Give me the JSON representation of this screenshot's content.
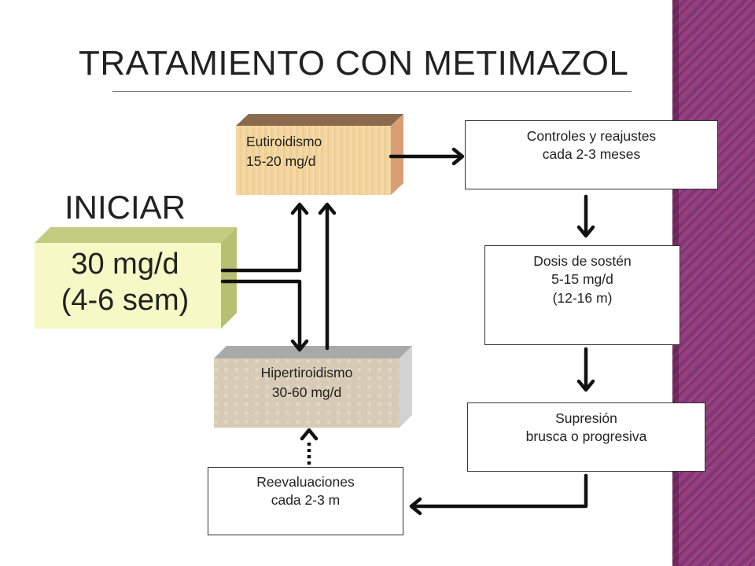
{
  "title": "TRATAMIENTO CON METIMAZOL",
  "start": {
    "label": "INICIAR",
    "dose_line1": "30 mg/d",
    "dose_line2": "(4-6 sem)"
  },
  "eutiroidismo": {
    "line1": "Eutiroidismo",
    "line2": "15-20 mg/d"
  },
  "hipertiroidismo": {
    "line1": "Hipertiroidismo",
    "line2": "30-60 mg/d"
  },
  "controles": {
    "line1": "Controles y reajustes",
    "line2": "cada 2-3 meses"
  },
  "sosten": {
    "line1": "Dosis de sostén",
    "line2": "5-15 mg/d",
    "line3": "(12-16 m)"
  },
  "supresion": {
    "line1": "Supresión",
    "line2": "brusca o progresiva"
  },
  "reevaluaciones": {
    "line1": "Reevaluaciones",
    "line2": "cada 2-3 m"
  },
  "colors": {
    "side_band": "#8e3c7c",
    "dose_block": "#f6f8c6",
    "eutiroidismo_block": "#f2d39c",
    "hipertiroidismo_block": "#d7cbb6",
    "arrow": "#111111"
  }
}
